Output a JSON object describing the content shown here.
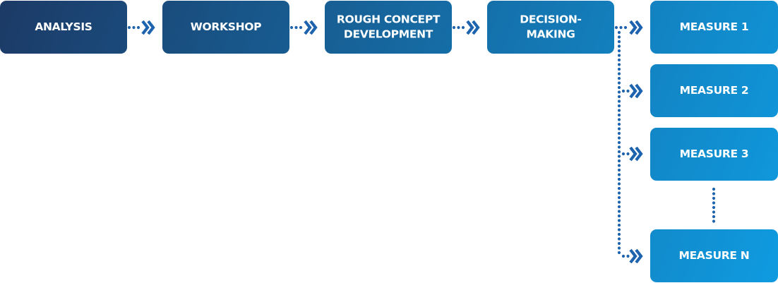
{
  "colors": {
    "connector": "#1d63ad",
    "gradient_start": "#1c3a66",
    "gradient_end": "#0f9be0"
  },
  "main_steps": [
    {
      "id": "analysis",
      "lines": [
        "ANALYSIS"
      ]
    },
    {
      "id": "workshop",
      "lines": [
        "WORKSHOP"
      ]
    },
    {
      "id": "rough-concept-development",
      "lines": [
        "ROUGH CONCEPT",
        "DEVELOPMENT"
      ]
    },
    {
      "id": "decision-making",
      "lines": [
        "DECISION-",
        "MAKING"
      ]
    }
  ],
  "measures": [
    {
      "id": "measure-1",
      "lines": [
        "MEASURE 1"
      ]
    },
    {
      "id": "measure-2",
      "lines": [
        "MEASURE 2"
      ]
    },
    {
      "id": "measure-3",
      "lines": [
        "MEASURE 3"
      ]
    },
    {
      "id": "measure-n",
      "lines": [
        "MEASURE N"
      ]
    }
  ]
}
